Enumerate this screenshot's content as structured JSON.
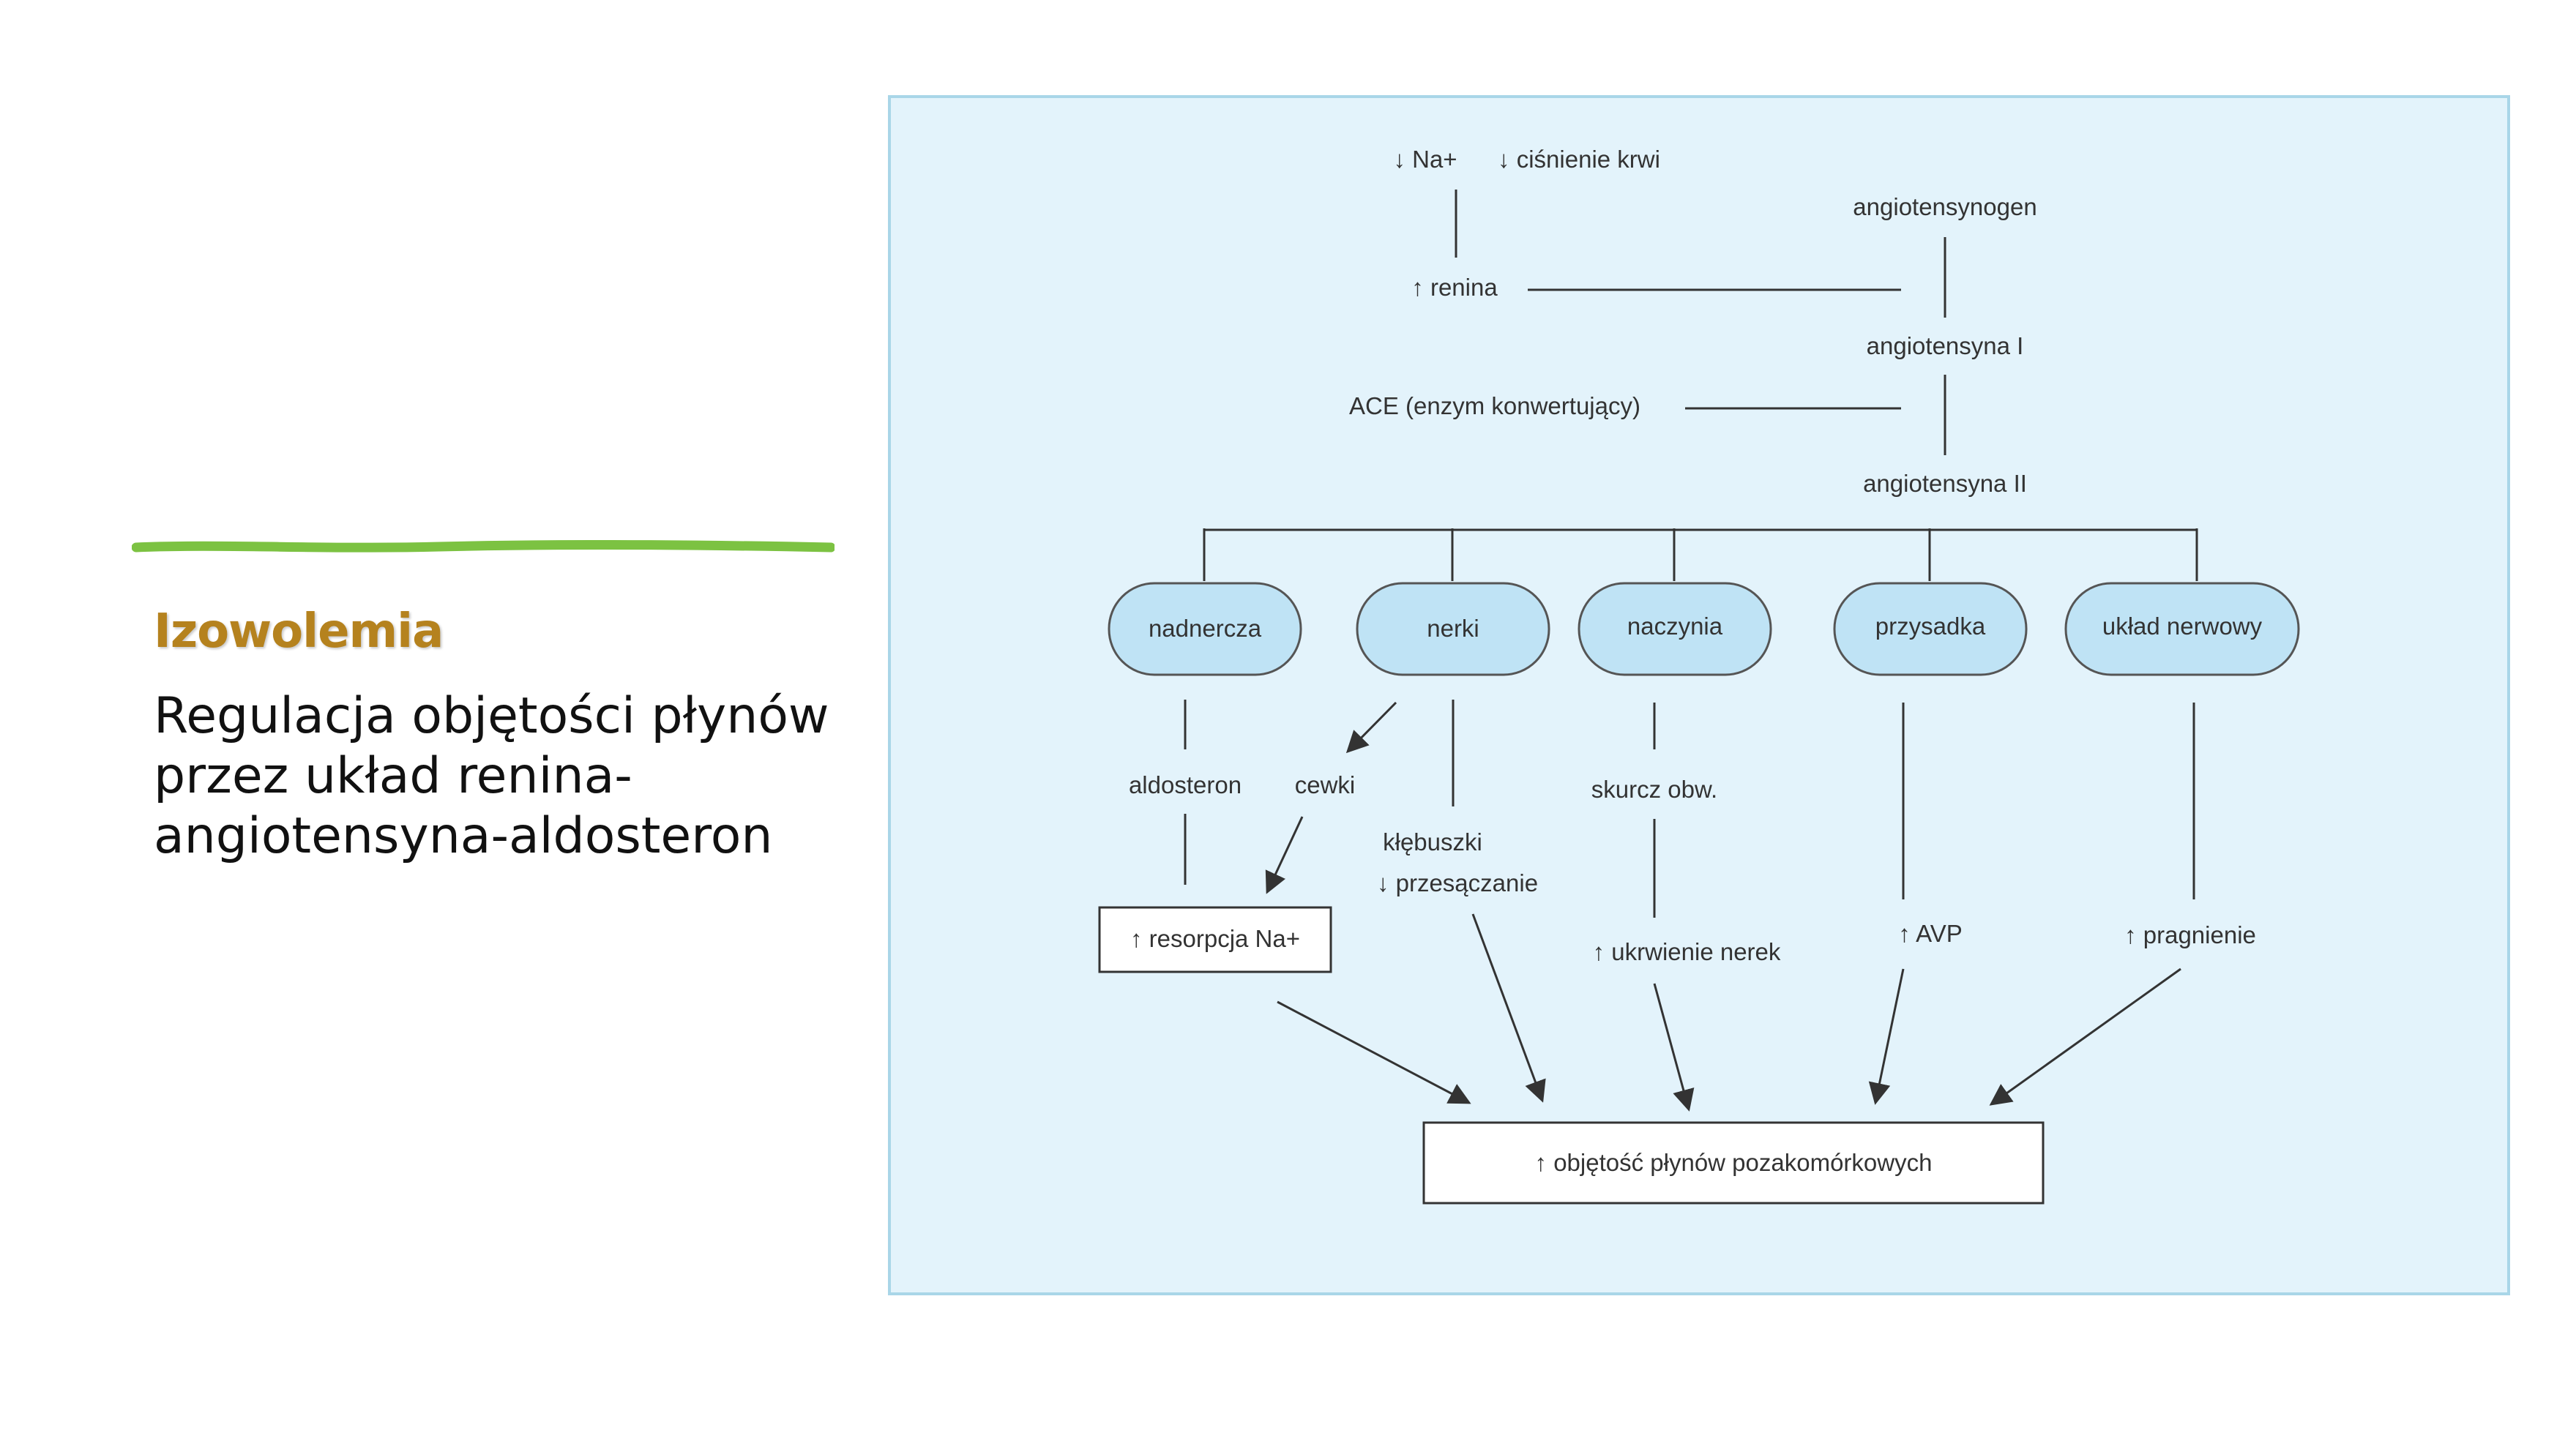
{
  "slide": {
    "title": "Izowolemia",
    "body_lines": [
      "Regulacja objętości płynów",
      "przez układ renina-",
      "angiotensyna-aldosteron"
    ],
    "colors": {
      "title": "#b5821e",
      "accent_line": "#7cc242",
      "diagram_background": "#e3f3fb",
      "diagram_border": "#a9d6e8",
      "node_fill": "#bfe3f5"
    }
  },
  "diagram": {
    "top": {
      "na": "↓ Na+",
      "pressure": "↓ ciśnienie krwi",
      "angiotensinogen": "angiotensynogen",
      "renin": "↑ renina",
      "angiotensin_1": "angiotensyna I",
      "ace": "ACE (enzym konwertujący)",
      "angiotensin_2": "angiotensyna II"
    },
    "organs": [
      "nadnercza",
      "nerki",
      "naczynia",
      "przysadka",
      "układ nerwowy"
    ],
    "effects": {
      "aldosterone": "aldosteron",
      "tubules": "cewki",
      "glomeruli": "kłębuszki",
      "filtration": "↓ przesączanie",
      "vasoconstriction": "skurcz obw.",
      "resorption": "↑ resorpcja Na+",
      "kidney_perfusion": "↑ ukrwienie nerek",
      "avp": "↑ AVP",
      "thirst": "↑ pragnienie"
    },
    "result": "↑ objętość płynów pozakomórkowych"
  }
}
